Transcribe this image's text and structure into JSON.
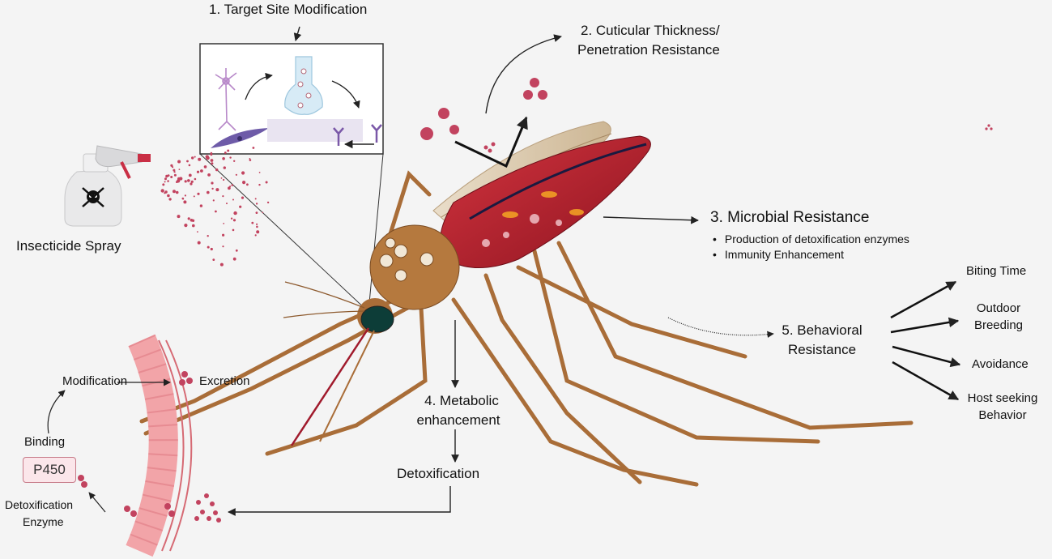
{
  "labels": {
    "target_site": "1. Target Site Modification",
    "cuticular_line1": "2. Cuticular Thickness/",
    "cuticular_line2": "Penetration Resistance",
    "microbial": "3. Microbial Resistance",
    "microbial_bullets": [
      "Production of detoxification enzymes",
      "Immunity Enhancement"
    ],
    "metabolic_line1": "4. Metabolic",
    "metabolic_line2": "enhancement",
    "detoxification": "Detoxification",
    "behavioral_line1": "5. Behavioral",
    "behavioral_line2": "Resistance",
    "behaviors": {
      "biting_time": "Biting Time",
      "outdoor_line1": "Outdoor",
      "outdoor_line2": "Breeding",
      "avoidance": "Avoidance",
      "host_line1": "Host seeking",
      "host_line2": "Behavior"
    },
    "insecticide_spray": "Insecticide Spray",
    "modification": "Modification",
    "excretion": "Excretion",
    "binding": "Binding",
    "p450": "P450",
    "detox_enzyme_line1": "Detoxification",
    "detox_enzyme_line2": "Enzyme"
  },
  "colors": {
    "mosquito_body": "#b5793e",
    "abdomen": "#b51e2e",
    "membrane": "#f2a4a8",
    "dot": "#c2435f",
    "arrow": "#222222"
  }
}
